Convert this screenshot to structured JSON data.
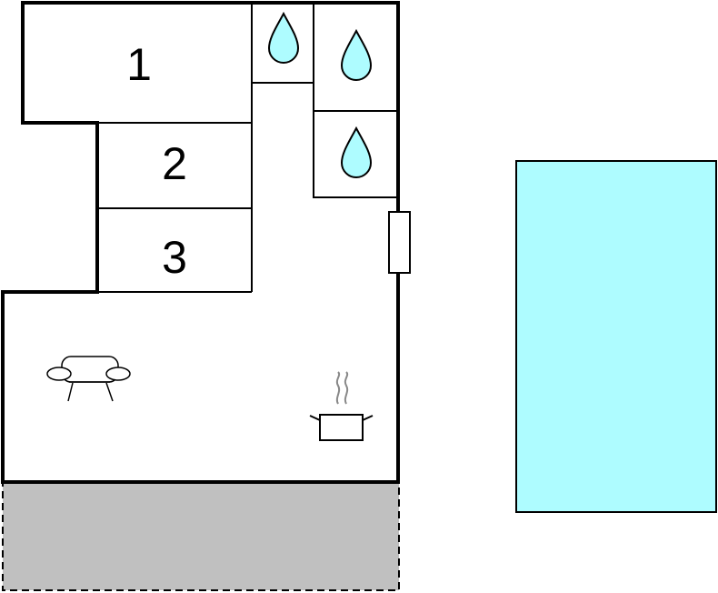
{
  "floorplan": {
    "rooms": [
      {
        "label": "1"
      },
      {
        "label": "2"
      },
      {
        "label": "3"
      }
    ],
    "icons": {
      "bathroom_drop": "water-drop-icon",
      "living_area": "sofa-icon",
      "kitchen": "cooking-pot-icon"
    },
    "colors": {
      "wall": "#000000",
      "water": "#aefcff",
      "terrace": "#c0c0c0",
      "pool": "#aefcff",
      "floor": "#ffffff"
    }
  }
}
